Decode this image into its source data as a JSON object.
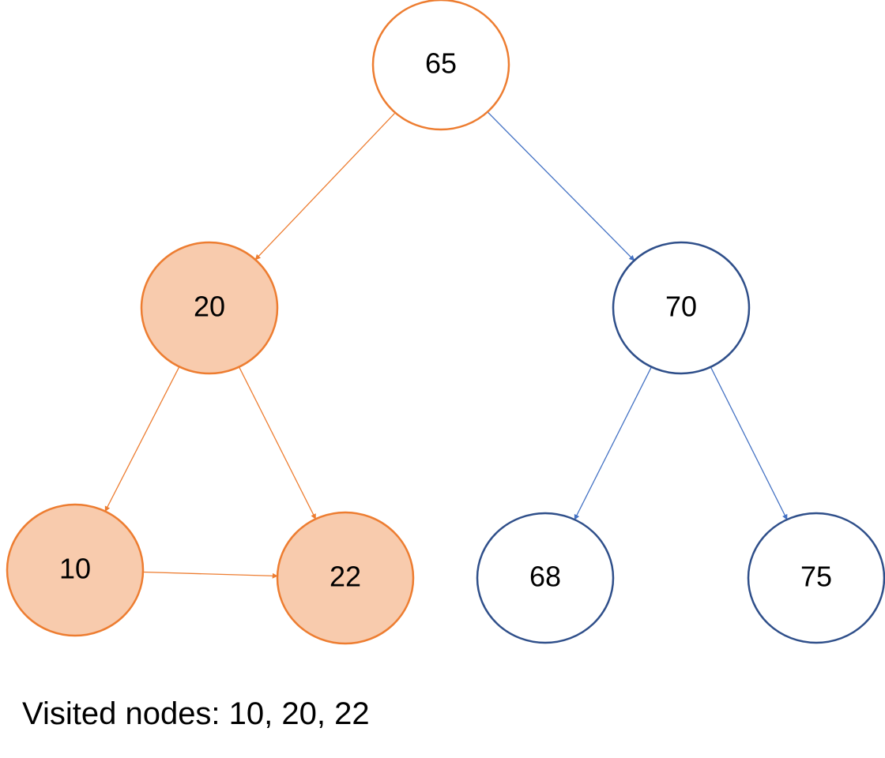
{
  "colors": {
    "visited_fill": "#f8cbad",
    "visited_stroke": "#ed7d31",
    "unvisited_fill": "#ffffff",
    "unvisited_stroke": "#2f4f8a",
    "visited_edge": "#ed7d31",
    "unvisited_edge": "#4472c4"
  },
  "nodes": [
    {
      "id": "n65",
      "label": "65",
      "visited": false,
      "highlight_stroke": true
    },
    {
      "id": "n20",
      "label": "20",
      "visited": true
    },
    {
      "id": "n70",
      "label": "70",
      "visited": false
    },
    {
      "id": "n10",
      "label": "10",
      "visited": true
    },
    {
      "id": "n22",
      "label": "22",
      "visited": true
    },
    {
      "id": "n68",
      "label": "68",
      "visited": false
    },
    {
      "id": "n75",
      "label": "75",
      "visited": false
    }
  ],
  "edges": [
    {
      "from": "n65",
      "to": "n20",
      "visited": true
    },
    {
      "from": "n65",
      "to": "n70",
      "visited": false
    },
    {
      "from": "n20",
      "to": "n10",
      "visited": true
    },
    {
      "from": "n20",
      "to": "n22",
      "visited": true
    },
    {
      "from": "n10",
      "to": "n22",
      "visited": true
    },
    {
      "from": "n70",
      "to": "n68",
      "visited": false
    },
    {
      "from": "n70",
      "to": "n75",
      "visited": false
    }
  ],
  "caption": "Visited nodes: 10, 20, 22"
}
